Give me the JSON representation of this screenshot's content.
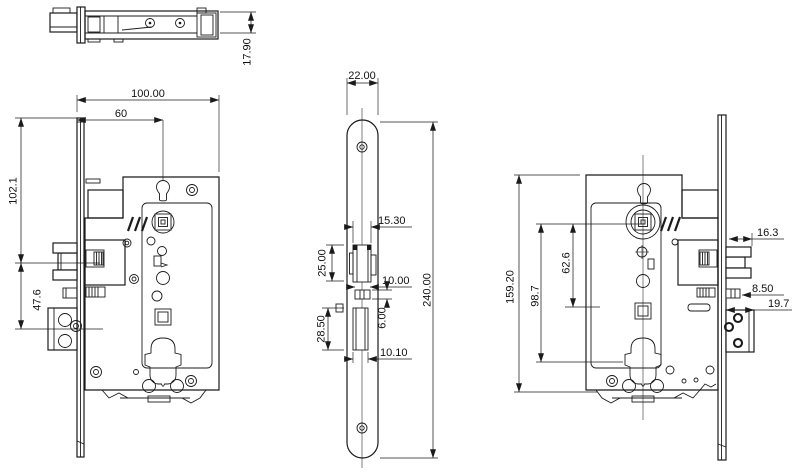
{
  "drawing": {
    "type": "technical-orthographic-drawing",
    "subject": "mortise-lock-body",
    "background_color": "#ffffff",
    "line_color": "#1b1b1b",
    "views": {
      "top": {
        "dims": {
          "case_thickness": "17.90"
        }
      },
      "front": {
        "dims": {
          "body_width": "100.00",
          "keyhole_offset": "60",
          "plate_top_to_latch": "102.1",
          "latch_to_deadbolt": "47.6"
        }
      },
      "faceplate": {
        "dims": {
          "plate_width": "22.00",
          "latch_opening_width": "15.30",
          "latch_opening_height": "25.00",
          "aux_bolt_width": "10.00",
          "aux_bolt_height": "6.00",
          "deadbolt_opening_height": "28.50",
          "deadbolt_opening_width": "10.10",
          "plate_height": "240.00"
        }
      },
      "back": {
        "dims": {
          "body_height": "159.20",
          "top_to_cylinder": "98.7",
          "top_to_spindle": "62.6",
          "latch_projection": "16.3",
          "aux_bolt_projection": "8.50",
          "deadbolt_projection": "19.7"
        }
      }
    }
  }
}
